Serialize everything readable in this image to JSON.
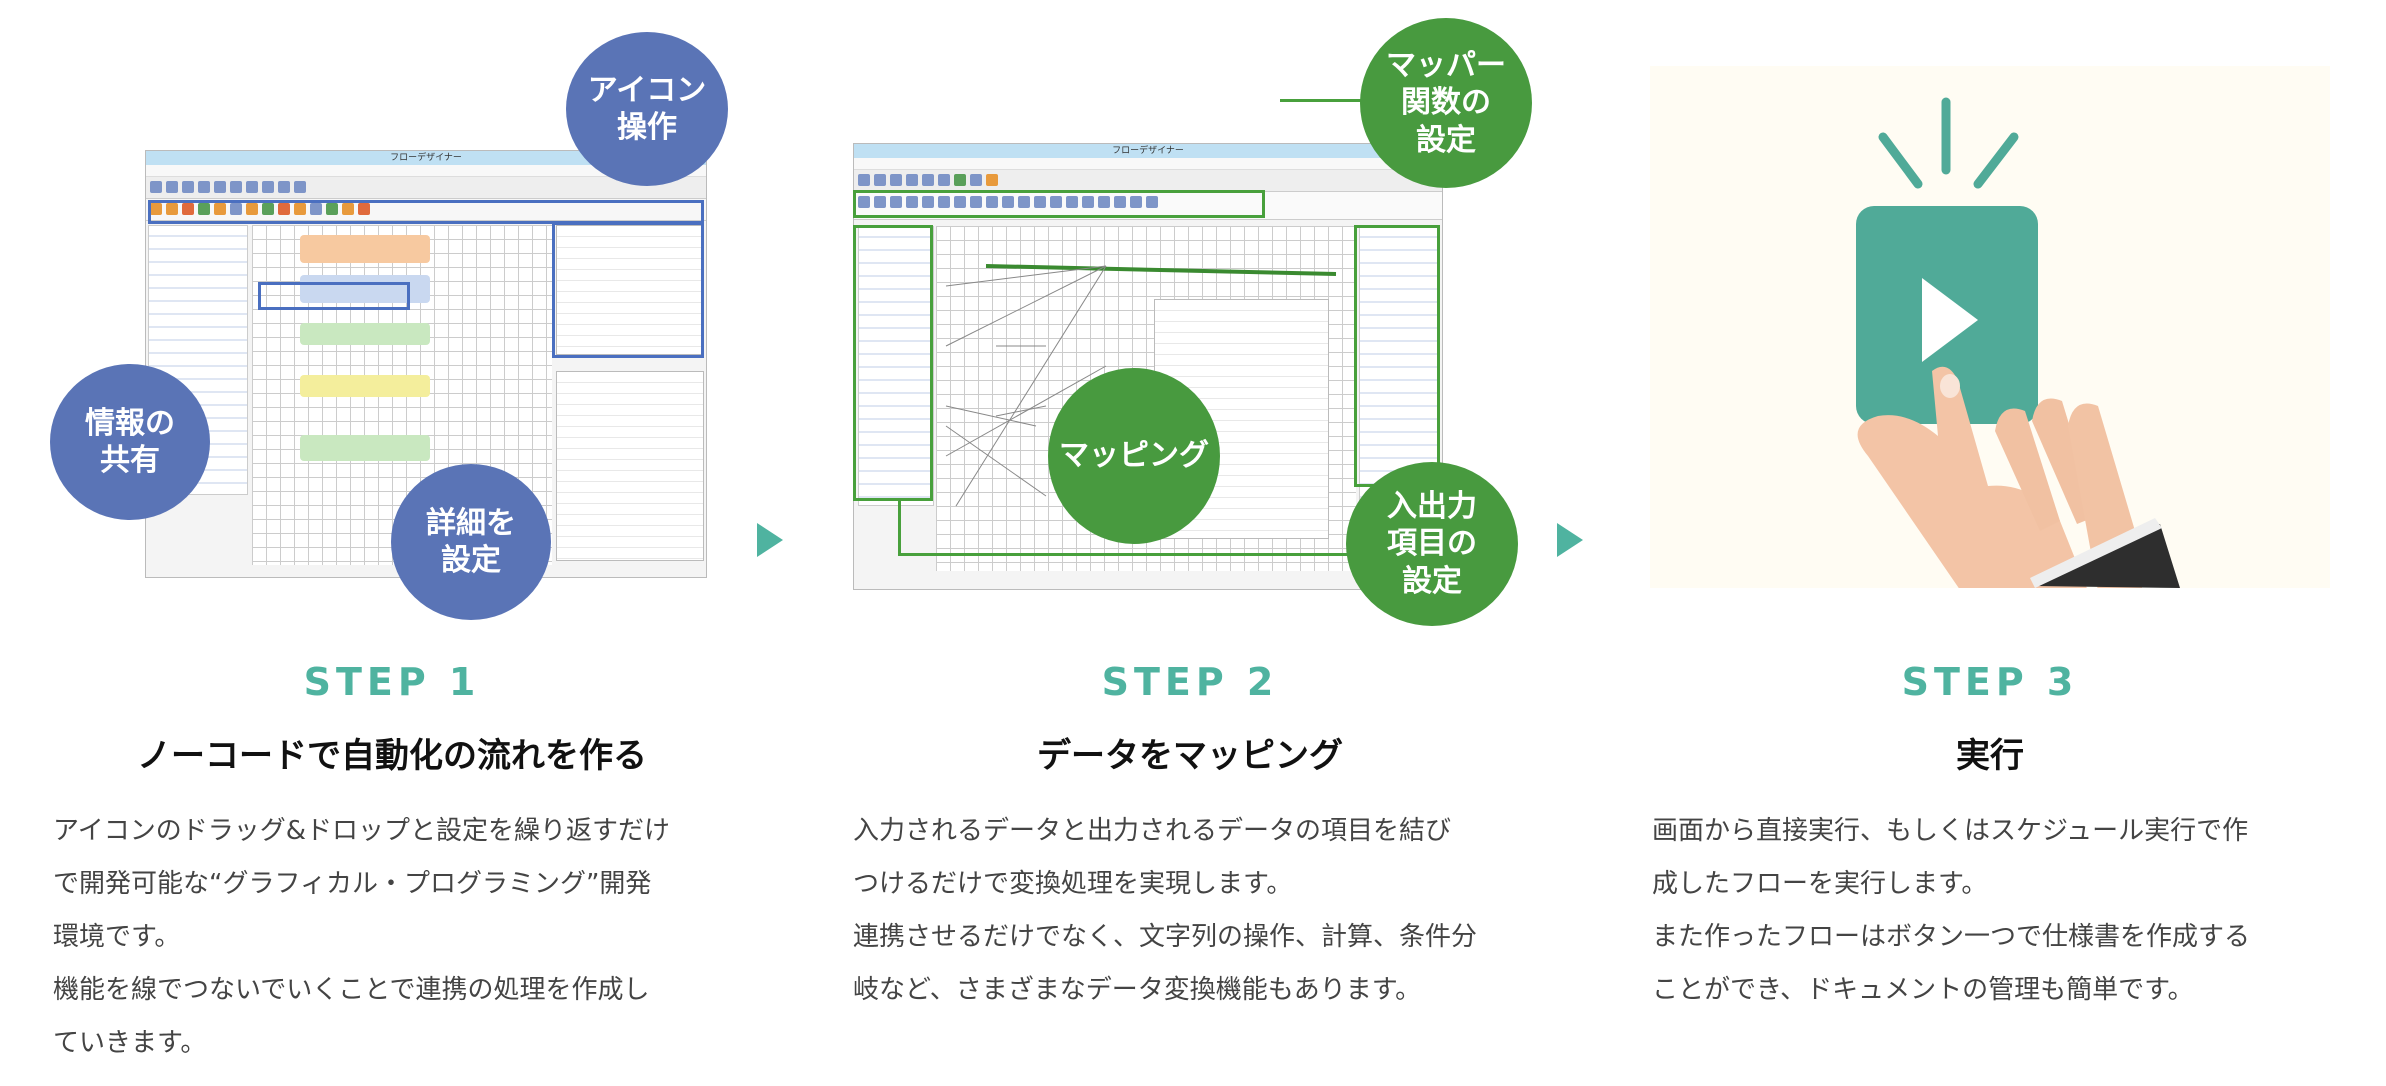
{
  "colors": {
    "accent": "#4fb3a0",
    "step1_callout": "#5a74b6",
    "step2_callout": "#489a3f",
    "play_button": "#50aa98",
    "step3_bg": "#fffcf3"
  },
  "app_window_title": "フローデザイナー",
  "steps": [
    {
      "label": "STEP 1",
      "title": "ノーコードで自動化の流れを作る",
      "body": [
        "アイコンのドラッグ&ドロップと設定を繰り返すだけ",
        "で開発可能な“グラフィカル・プログラミング”開発",
        "環境です。",
        "機能を線でつないでいくことで連携の処理を作成し",
        "ていきます。"
      ],
      "callouts": [
        "アイコン\n操作",
        "情報の\n共有",
        "詳細を\n設定"
      ]
    },
    {
      "label": "STEP 2",
      "title": "データをマッピング",
      "body": [
        "入力されるデータと出力されるデータの項目を結び",
        "つけるだけで変換処理を実現します。",
        "連携させるだけでなく、文字列の操作、計算、条件分",
        "岐など、さまざまなデータ変換機能もあります。"
      ],
      "callouts": [
        "マッパー\n関数の\n設定",
        "マッピング",
        "入出力\n項目の\n設定"
      ]
    },
    {
      "label": "STEP 3",
      "title": "実行",
      "body": [
        "画面から直接実行、もしくはスケジュール実行で作",
        "成したフローを実行します。",
        "また作ったフローはボタン一つで仕様書を作成する",
        "ことができ、ドキュメントの管理も簡単です。"
      ],
      "icon": "play-button-press"
    }
  ]
}
